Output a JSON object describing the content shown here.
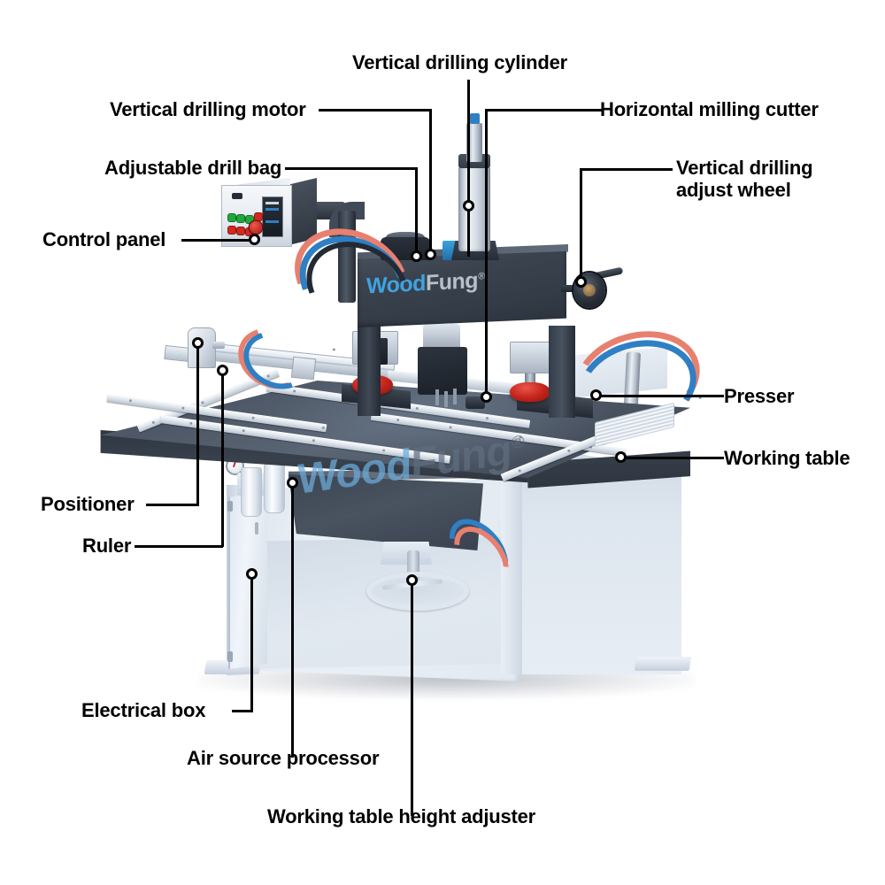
{
  "diagram": {
    "title": "Woodworking machine annotated parts diagram",
    "brand": {
      "name": "WoodFung",
      "part_one": "Wood",
      "part_two": "Fung",
      "registered_mark": "®",
      "blue": "#3fa3e0",
      "gray": "#b7bfc9",
      "watermark_blue": "#6caad8",
      "watermark_gray": "#606e80"
    },
    "background_color": "#ffffff",
    "line_color": "#000000",
    "callouts": [
      {
        "id": "vertical-drilling-cylinder",
        "label": "Vertical drilling cylinder",
        "align": "center"
      },
      {
        "id": "vertical-drilling-motor",
        "label": "Vertical drilling motor",
        "align": "left"
      },
      {
        "id": "horizontal-milling-cutter",
        "label": "Horizontal milling cutter",
        "align": "right"
      },
      {
        "id": "adjustable-drill-bag",
        "label": "Adjustable drill bag",
        "align": "left"
      },
      {
        "id": "vertical-drilling-adjust-wheel",
        "label": "Vertical drilling\nadjust wheel",
        "align": "right"
      },
      {
        "id": "control-panel",
        "label": "Control panel",
        "align": "left"
      },
      {
        "id": "presser",
        "label": "Presser",
        "align": "right"
      },
      {
        "id": "working-table",
        "label": "Working table",
        "align": "right"
      },
      {
        "id": "positioner",
        "label": "Positioner",
        "align": "left"
      },
      {
        "id": "ruler",
        "label": "Ruler",
        "align": "left"
      },
      {
        "id": "electrical-box",
        "label": "Electrical box",
        "align": "left"
      },
      {
        "id": "air-source-processor",
        "label": "Air source processor",
        "align": "left"
      },
      {
        "id": "working-table-height-adjuster",
        "label": "Working table height adjuster",
        "align": "left"
      }
    ],
    "machine_colors": {
      "table_dark": "#4d5765",
      "table_front": "#2e3642",
      "cabinet_light": "#e2e9f1",
      "head_dark": "#3b434f",
      "presser_red": "#c4241b",
      "hose_red": "#e8806f",
      "hose_blue": "#2f7fc4",
      "button_green": "#21a83c",
      "button_red": "#d3281f"
    }
  }
}
